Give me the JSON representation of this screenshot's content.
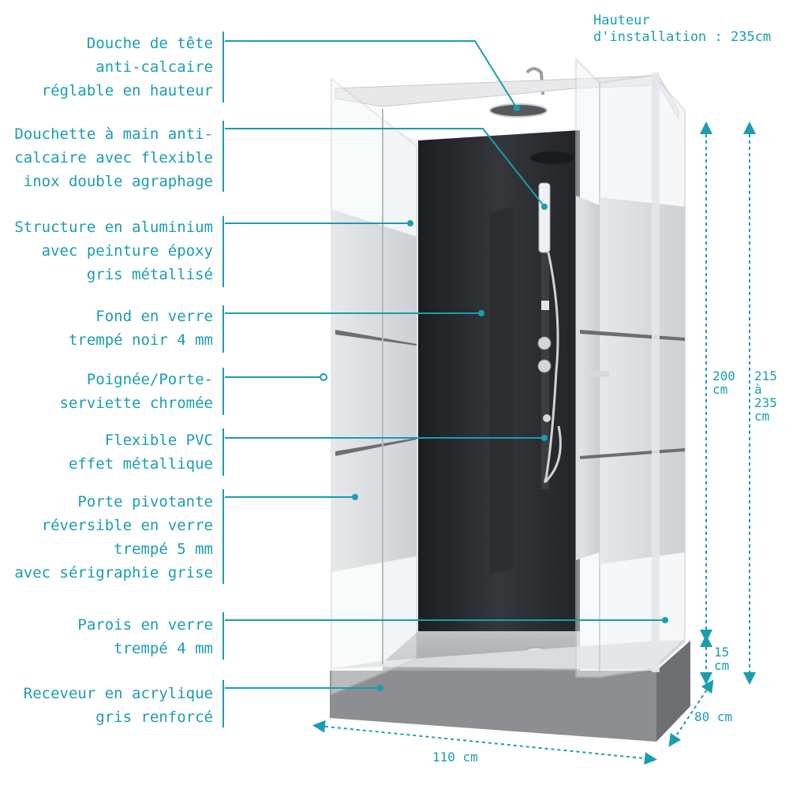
{
  "callouts": [
    {
      "id": "douche-tete",
      "lines": [
        "Douche de tête",
        "anti-calcaire",
        "réglable en hauteur"
      ]
    },
    {
      "id": "douchette",
      "lines": [
        "Douchette à main anti-",
        "calcaire avec flexible",
        "inox double agraphage"
      ]
    },
    {
      "id": "structure",
      "lines": [
        "Structure en aluminium",
        "avec peinture époxy",
        "gris métallisé"
      ]
    },
    {
      "id": "fond",
      "lines": [
        "Fond en verre",
        "trempé noir 4 mm"
      ]
    },
    {
      "id": "poignee",
      "lines": [
        "Poignée/Porte-",
        "serviette chromée"
      ]
    },
    {
      "id": "flexible",
      "lines": [
        "Flexible PVC",
        "effet métallique"
      ]
    },
    {
      "id": "porte",
      "lines": [
        "Porte pivotante",
        "réversible en verre",
        "trempé 5 mm",
        "avec sérigraphie grise"
      ]
    },
    {
      "id": "parois",
      "lines": [
        "Parois en verre",
        "trempé 4 mm"
      ]
    },
    {
      "id": "receveur",
      "lines": [
        "Receveur en acrylique",
        "gris renforcé"
      ]
    }
  ],
  "dimensions": {
    "install_height": [
      "Hauteur",
      "d'installation : 235cm"
    ],
    "height_glass": [
      "200",
      "cm"
    ],
    "height_total": [
      "215",
      "à",
      "235",
      "cm"
    ],
    "height_tray": [
      "15",
      "cm"
    ],
    "depth": "80 cm",
    "width": "110 cm"
  },
  "colors": {
    "accent": "#1a9db0",
    "back_panel": "#2c2f33",
    "tray": "#8a8c8f",
    "frame": "#e6e8ea"
  }
}
